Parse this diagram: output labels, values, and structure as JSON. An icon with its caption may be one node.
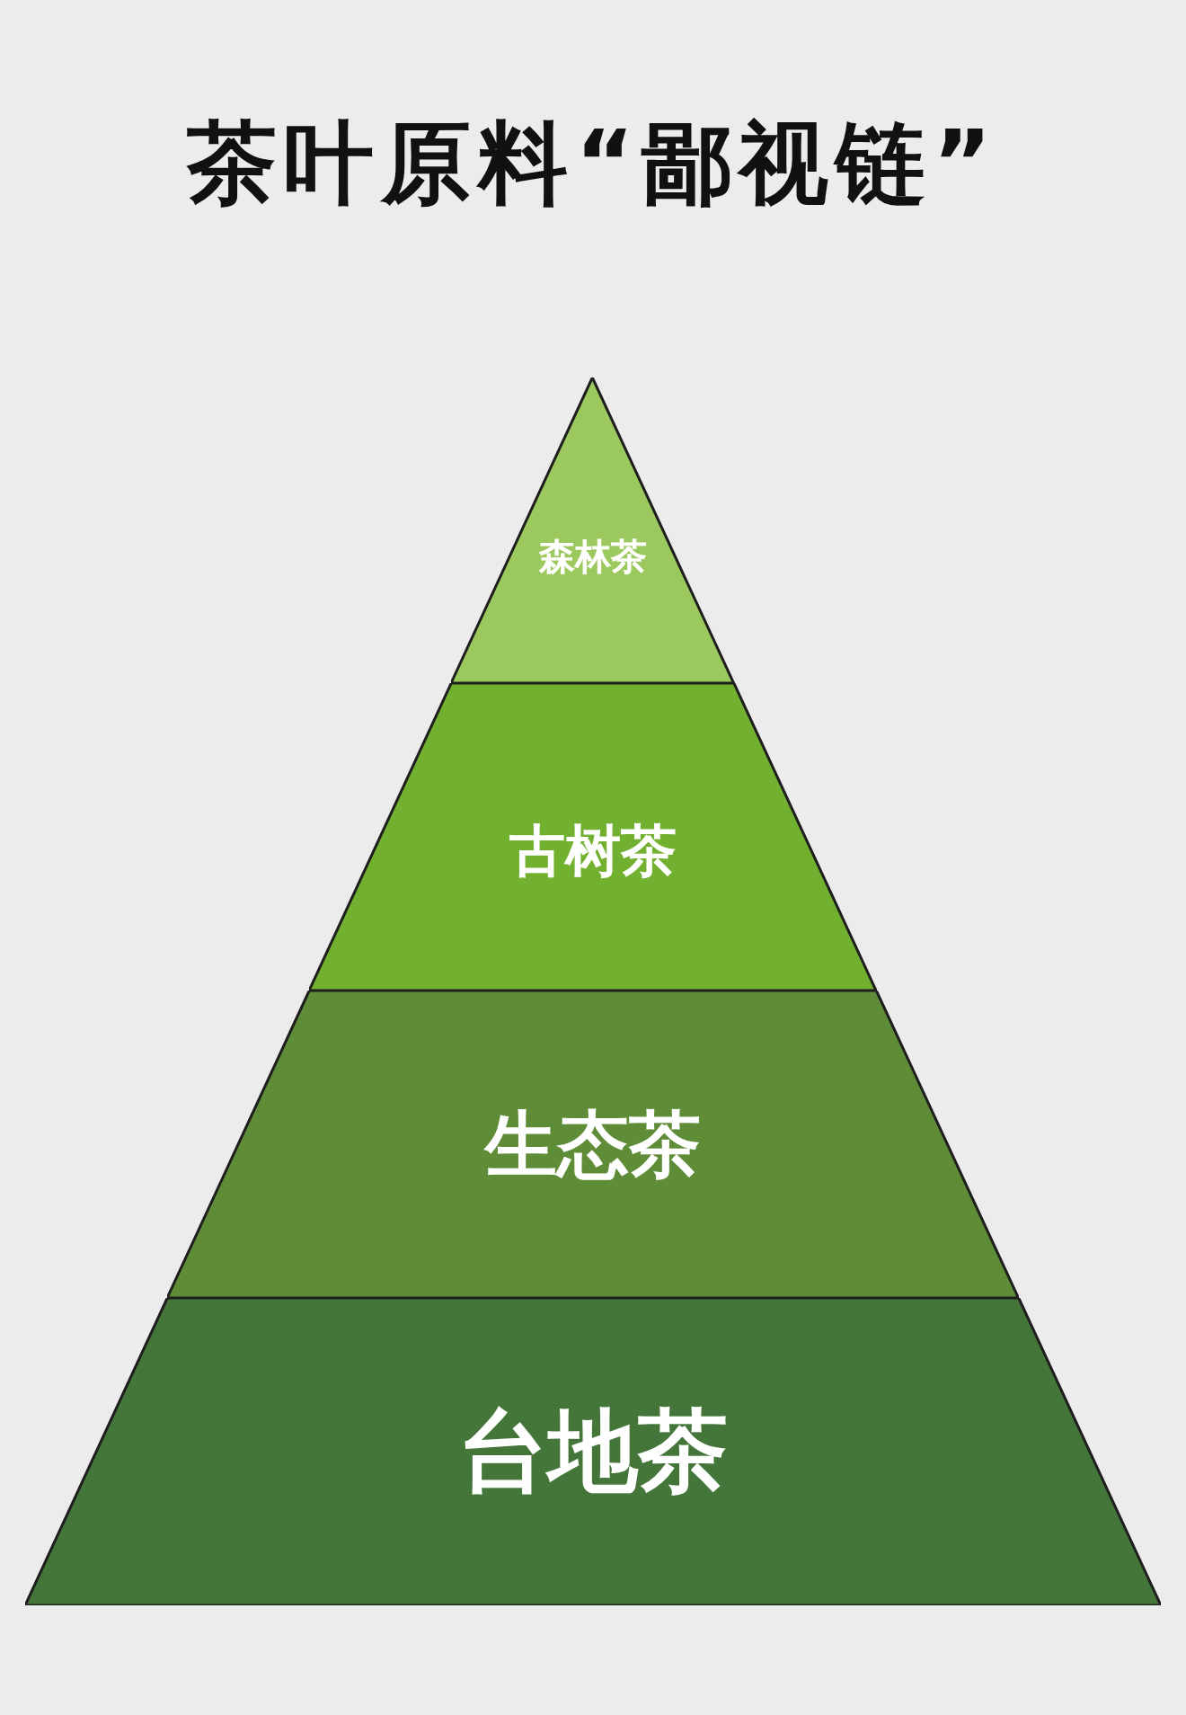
{
  "diagram": {
    "title": "茶叶原料“鄙视链”",
    "nodes": [
      {
        "text": [
          "森林茶"
        ]
      },
      {
        "text": [
          "古树茶"
        ]
      },
      {
        "text": [
          "生态茶"
        ]
      },
      {
        "text": [
          "台地茶"
        ]
      }
    ]
  }
}
